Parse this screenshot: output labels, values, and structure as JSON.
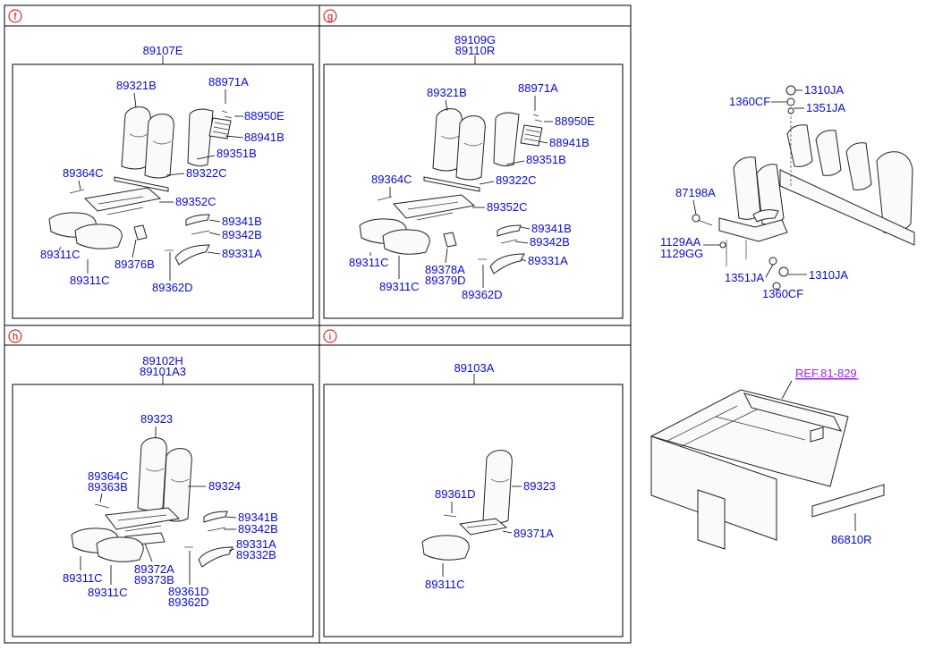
{
  "sections": [
    {
      "badge": "f",
      "labels": [
        "89107E",
        "89321B",
        "88971A",
        "88950E",
        "88941B",
        "89351B",
        "89322C",
        "89364C",
        "89352C",
        "89341B",
        "89342B",
        "89331A",
        "89311C",
        "89311C",
        "89376B",
        "89362D"
      ]
    },
    {
      "badge": "g",
      "labels": [
        "89109G",
        "89110R",
        "89321B",
        "88971A",
        "88950E",
        "88941B",
        "89351B",
        "89364C",
        "89322C",
        "89352C",
        "89341B",
        "89342B",
        "89331A",
        "89311C",
        "89311C",
        "89378A",
        "89379D",
        "89362D"
      ]
    },
    {
      "badge": "h",
      "labels": [
        "89102H",
        "89101A3",
        "89323",
        "89364C",
        "89363B",
        "89324",
        "89341B",
        "89342B",
        "89331A",
        "89332B",
        "89311C",
        "89311C",
        "89372A",
        "89373B",
        "89361D",
        "89362D"
      ]
    },
    {
      "badge": "i",
      "labels": [
        "89103A",
        "89323",
        "89361D",
        "89371A",
        "89311C"
      ]
    }
  ],
  "right_top_labels": [
    "1310JA",
    "1360CF",
    "1351JA",
    "87198A",
    "1129AA",
    "1129GG",
    "1351JA",
    "1310JA",
    "1360CF"
  ],
  "right_bottom": {
    "ref": "REF.81-829",
    "part": "86810R"
  },
  "colors": {
    "label": "#0a0ad2",
    "badge": "#d40000",
    "ref": "#a020f0"
  }
}
